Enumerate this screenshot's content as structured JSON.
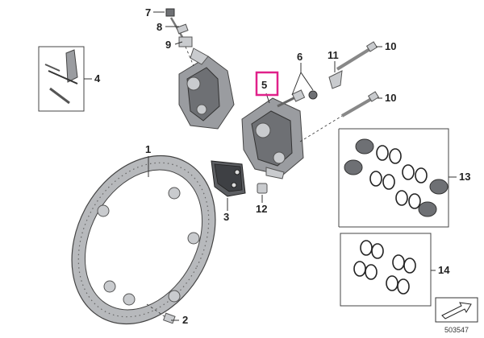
{
  "diagram": {
    "id_text": "503547",
    "highlight_color": "#e0218a",
    "callouts": [
      {
        "label": "1"
      },
      {
        "label": "2"
      },
      {
        "label": "3"
      },
      {
        "label": "4"
      },
      {
        "label": "5"
      },
      {
        "label": "6"
      },
      {
        "label": "7"
      },
      {
        "label": "8"
      },
      {
        "label": "9"
      },
      {
        "label": "10"
      },
      {
        "label": "10"
      },
      {
        "label": "11"
      },
      {
        "label": "12"
      },
      {
        "label": "13"
      },
      {
        "label": "14"
      }
    ]
  }
}
